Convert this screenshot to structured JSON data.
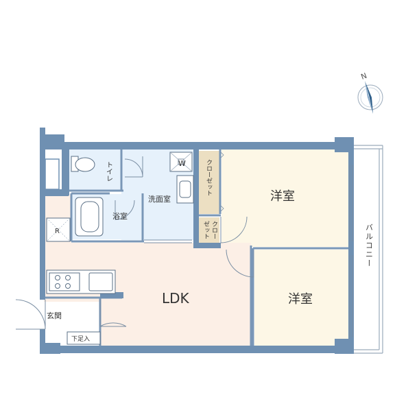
{
  "labels": {
    "toilet": "トイレ",
    "washroom": "洗面室",
    "washer": "W",
    "bath": "浴室",
    "closet_upper": "クローゼット",
    "closet_lower_1": "クロー",
    "closet_lower_2": "ゼット",
    "bedroom_north": "洋室",
    "bedroom_south": "洋室",
    "ldk": "LDK",
    "fridge": "R",
    "entrance": "玄関",
    "shoe_box": "下足入",
    "balcony": "バルコニー",
    "compass_n": "N"
  },
  "colors": {
    "wall": "#6f90b2",
    "ldk_floor": "#fcefe6",
    "bedroom_floor": "#fdf7e6",
    "wet_floor": "#e6f1fb",
    "closet_floor": "#ecdfc2",
    "compass": "#2f5f8a"
  }
}
